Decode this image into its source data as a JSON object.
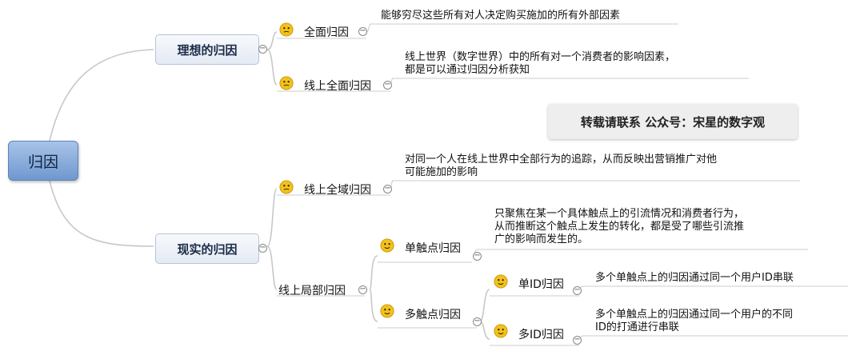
{
  "root": {
    "label": "归因"
  },
  "branches": {
    "ideal": {
      "label": "理想的归因",
      "children": {
        "full": {
          "label": "全面归因",
          "note": "能够穷尽这些所有对人决定购买施加的所有外部因素"
        },
        "online_full": {
          "label": "线上全面归因",
          "note_line1": "线上世界（数字世界）中的所有对一个消费者的影响因素，",
          "note_line2": "都是可以通过归因分析获知"
        }
      }
    },
    "real": {
      "label": "现实的归因",
      "children": {
        "online_domain": {
          "label": "线上全域归因",
          "note_line1": "对同一个人在线上世界中全部行为的追踪，从而反映出营销推广对他",
          "note_line2": "可能施加的影响"
        },
        "online_partial": {
          "label": "线上局部归因",
          "children": {
            "single_touch": {
              "label": "单触点归因",
              "note_line1": "只聚焦在某一个具体触点上的引流情况和消费者行为，",
              "note_line2": "从而推断这个触点上发生的转化，都是受了哪些引流推",
              "note_line3": "广的影响而发生的。"
            },
            "multi_touch": {
              "label": "多触点归因",
              "children": {
                "single_id": {
                  "label": "单ID归因",
                  "note": "多个单触点上的归因通过同一个用户ID串联"
                },
                "multi_id": {
                  "label": "多ID归因",
                  "note_line1": "多个单触点上的归因通过同一个用户的不同",
                  "note_line2": "ID的打通进行串联"
                }
              }
            }
          }
        }
      }
    }
  },
  "banner": {
    "text": "转载请联系 公众号：宋星的数字观"
  },
  "toggle_symbol": "−",
  "colors": {
    "root_fill": "#8db0dd",
    "connector": "#c8c8c8",
    "smiley": "#f2c21b"
  }
}
